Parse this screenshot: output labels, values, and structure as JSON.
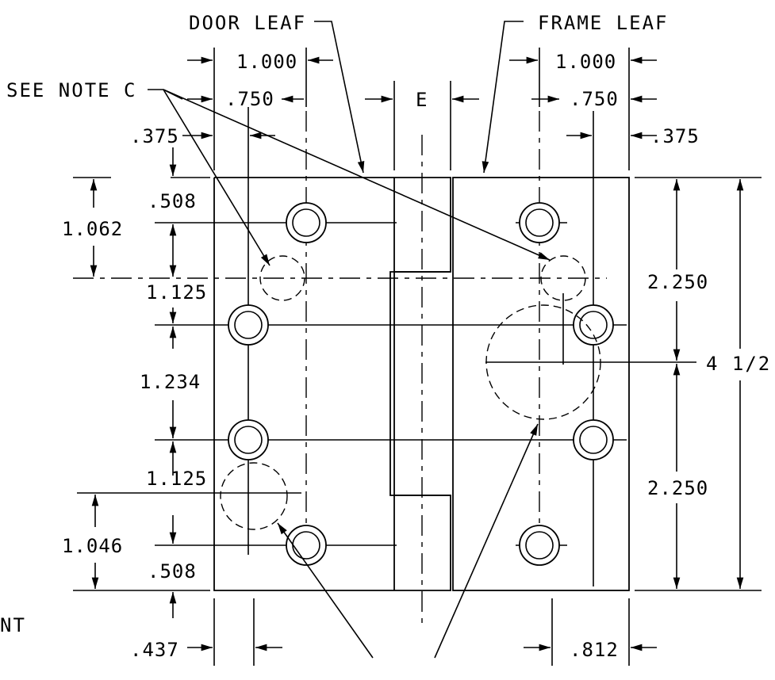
{
  "labels": {
    "door_leaf": "DOOR LEAF",
    "frame_leaf": "FRAME LEAF",
    "see_note_c": "SEE NOTE C",
    "e": "E",
    "partial_left": "NT"
  },
  "dims": {
    "door_1000": "1.000",
    "door_750": ".750",
    "door_375": ".375",
    "frame_1000": "1.000",
    "frame_750": ".750",
    "frame_375": ".375",
    "d_508_top": ".508",
    "d_1062": "1.062",
    "d_1125_a": "1.125",
    "d_1234": "1.234",
    "d_1125_b": "1.125",
    "d_1046": "1.046",
    "d_508_bot": ".508",
    "d_437": ".437",
    "d_812": ".812",
    "d_2250_top": "2.250",
    "d_2250_bot": "2.250",
    "d_overall": "4 1/2"
  }
}
